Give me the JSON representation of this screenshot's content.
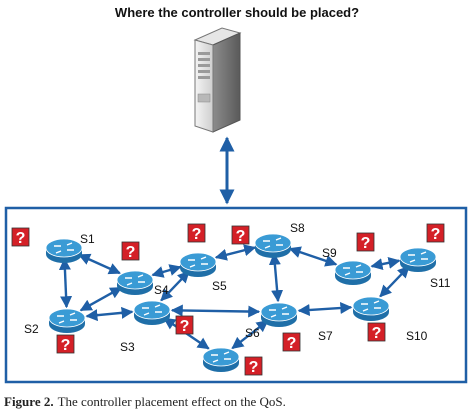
{
  "title": "Where the controller should be placed?",
  "caption": {
    "label": "Figure 2.",
    "text": "The controller placement effect on the QoS."
  },
  "controller": {
    "icon": "server-icon"
  },
  "switches": [
    {
      "id": "s1",
      "label": "S1",
      "icon": "router-icon"
    },
    {
      "id": "s2",
      "label": "S2",
      "icon": "router-icon"
    },
    {
      "id": "s3",
      "label": "S3",
      "icon": "router-icon"
    },
    {
      "id": "s4",
      "label": "S4",
      "icon": "router-icon"
    },
    {
      "id": "s5",
      "label": "S5",
      "icon": "router-icon"
    },
    {
      "id": "s6",
      "label": "S6",
      "icon": "router-icon"
    },
    {
      "id": "s7",
      "label": "S7",
      "icon": "router-icon"
    },
    {
      "id": "s8",
      "label": "S8",
      "icon": "router-icon"
    },
    {
      "id": "s9",
      "label": "S9",
      "icon": "router-icon"
    },
    {
      "id": "s10",
      "label": "S10",
      "icon": "router-icon"
    },
    {
      "id": "s11",
      "label": "S11",
      "icon": "router-icon"
    }
  ],
  "links": [
    [
      "s1",
      "s2"
    ],
    [
      "s1",
      "s4"
    ],
    [
      "s2",
      "s4"
    ],
    [
      "s2",
      "s3"
    ],
    [
      "s3",
      "s5"
    ],
    [
      "s4",
      "s5"
    ],
    [
      "s5",
      "s8"
    ],
    [
      "s8",
      "s7"
    ],
    [
      "s8",
      "s9"
    ],
    [
      "s3",
      "s7"
    ],
    [
      "s3",
      "s6"
    ],
    [
      "s6",
      "s7"
    ],
    [
      "s7",
      "s10"
    ],
    [
      "s10",
      "s11"
    ],
    [
      "s9",
      "s11"
    ]
  ],
  "question_mark": "?",
  "colors": {
    "accent": "#1f5fa6",
    "router": "#3a9bd5",
    "router_dark": "#1f6fa8",
    "question_box": "#d42027",
    "arrow": "#1f5fa6"
  }
}
